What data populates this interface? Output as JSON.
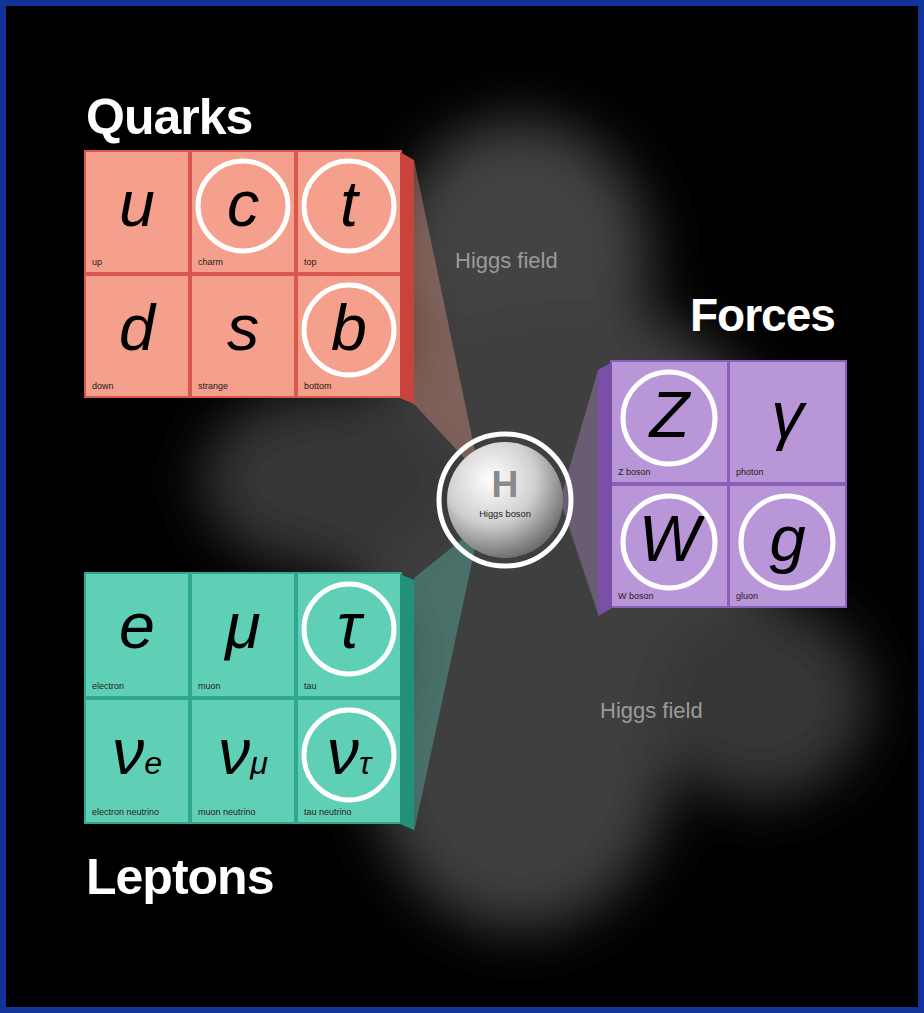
{
  "diagram": {
    "nodes": [
      {
        "text": [
          "u",
          "up"
        ]
      },
      {
        "text": [
          "c",
          "charm"
        ]
      },
      {
        "text": [
          "t",
          "top"
        ]
      },
      {
        "text": [
          "d",
          "down"
        ]
      },
      {
        "text": [
          "s",
          "strange"
        ]
      },
      {
        "text": [
          "b",
          "bottom"
        ]
      },
      {
        "text": [
          "Z",
          "Z boson"
        ]
      },
      {
        "text": [
          "γ",
          "photon"
        ]
      },
      {
        "text": [
          "H",
          "Higgs boson"
        ]
      },
      {
        "text": [
          "W",
          "W boson"
        ]
      },
      {
        "text": [
          "g",
          "gluon"
        ]
      },
      {
        "text": [
          "e",
          "electron"
        ]
      },
      {
        "text": [
          "μ",
          "muon"
        ]
      },
      {
        "text": [
          "τ",
          "tau"
        ]
      },
      {
        "text": [
          "νe",
          "electron neutrino"
        ]
      },
      {
        "text": [
          "νμ",
          "muon neutrino"
        ]
      },
      {
        "text": [
          "ντ",
          "tau neutrino"
        ]
      }
    ],
    "labels": [
      "Quarks",
      "Forces",
      "Leptons",
      "Higgs field",
      "Higgs field"
    ]
  }
}
